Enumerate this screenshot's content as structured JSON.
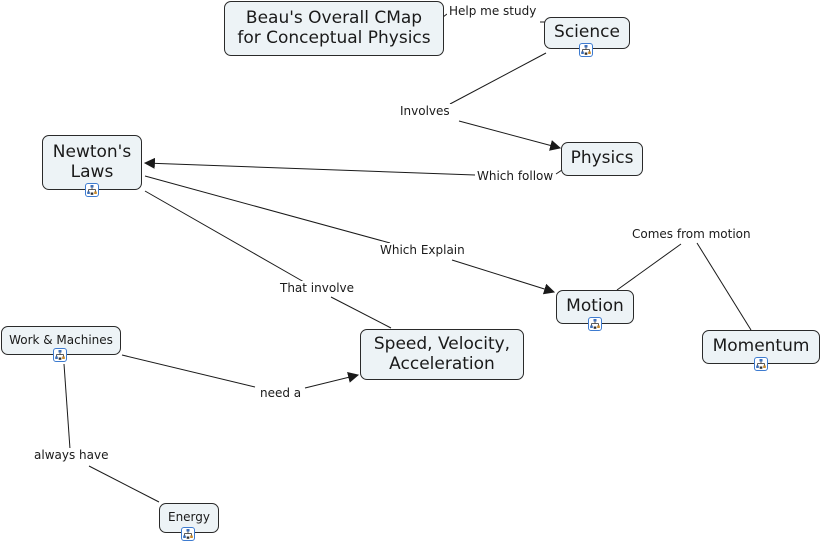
{
  "map": {
    "title": "Beau's Overall CMap\nfor Conceptual Physics",
    "colors": {
      "node_fill": "#edf3f6",
      "node_border": "#2a2a2a",
      "line": "#1a1a1a",
      "icon_border": "#3d7bd0"
    }
  },
  "concepts": [
    {
      "id": "title",
      "label": "Beau's Overall CMap\nfor Conceptual Physics",
      "has_submap_icon": false
    },
    {
      "id": "science",
      "label": "Science",
      "has_submap_icon": true
    },
    {
      "id": "physics",
      "label": "Physics",
      "has_submap_icon": false
    },
    {
      "id": "newtons-laws",
      "label": "Newton's\nLaws",
      "has_submap_icon": true
    },
    {
      "id": "motion",
      "label": "Motion",
      "has_submap_icon": true
    },
    {
      "id": "momentum",
      "label": "Momentum",
      "has_submap_icon": true
    },
    {
      "id": "speed-velocity-acceleration",
      "label": "Speed, Velocity,\nAcceleration",
      "has_submap_icon": false
    },
    {
      "id": "work-machines",
      "label": "Work & Machines",
      "has_submap_icon": true
    },
    {
      "id": "energy",
      "label": "Energy",
      "has_submap_icon": true
    }
  ],
  "links": [
    {
      "id": "help-me-study",
      "label": "Help me study",
      "from": "title",
      "to": "science",
      "arrow": false
    },
    {
      "id": "involves",
      "label": "Involves",
      "from": "science",
      "to": "physics",
      "arrow": true
    },
    {
      "id": "which-follow",
      "label": "Which follow",
      "from": "physics",
      "to": "newtons-laws",
      "arrow": true
    },
    {
      "id": "which-explain",
      "label": "Which Explain",
      "from": "newtons-laws",
      "to": "motion",
      "arrow": true
    },
    {
      "id": "that-involve",
      "label": "That involve",
      "from": "newtons-laws",
      "to": "speed-velocity-acceleration",
      "arrow": false
    },
    {
      "id": "comes-from-motion",
      "label": "Comes from motion",
      "from": "motion",
      "to": "momentum",
      "arrow": false
    },
    {
      "id": "need-a",
      "label": "need a",
      "from": "work-machines",
      "to": "speed-velocity-acceleration",
      "arrow": true
    },
    {
      "id": "always-have",
      "label": "always have",
      "from": "work-machines",
      "to": "energy",
      "arrow": false
    }
  ],
  "icons": {
    "submap": "concept-map-submap-icon"
  }
}
